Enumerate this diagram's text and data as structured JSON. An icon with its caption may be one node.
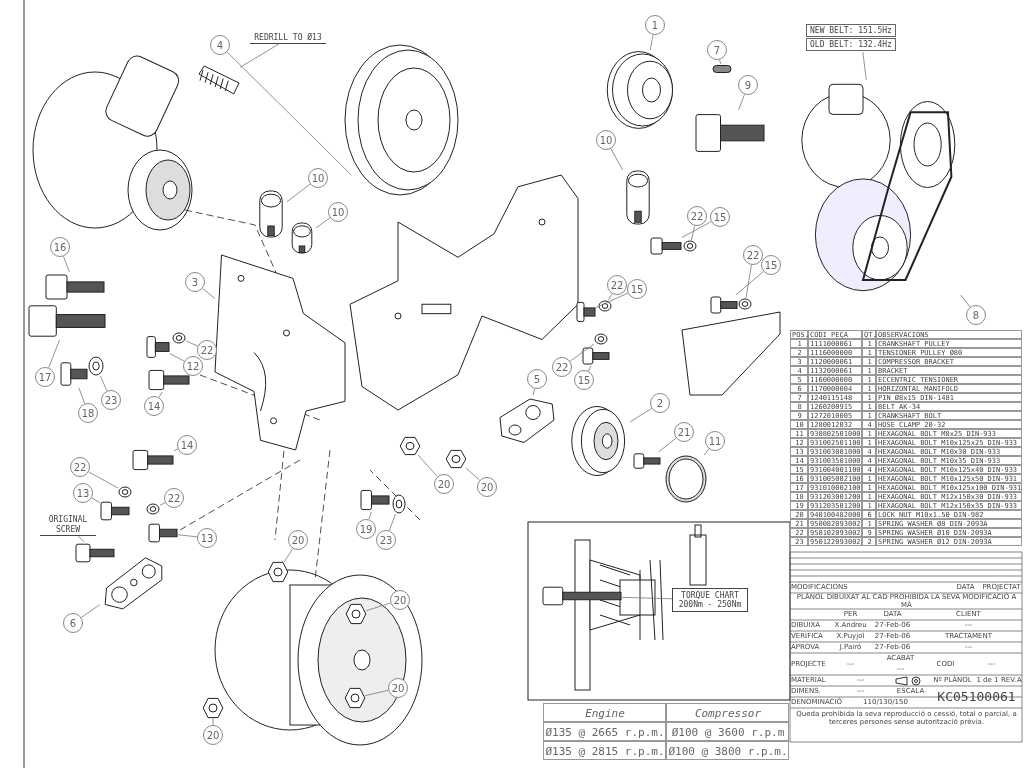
{
  "diagram": {
    "nodes": [
      {
        "text": [
          "REDRILL TO Ø13"
        ]
      },
      {
        "text": [],
        "shape": "picture"
      },
      {
        "text": [
          "4"
        ]
      },
      {
        "text": [],
        "shape": "picture"
      },
      {
        "text": [
          "1"
        ]
      },
      {
        "text": [],
        "shape": "picture"
      },
      {
        "text": [
          "7"
        ]
      },
      {
        "text": [],
        "shape": "bar"
      },
      {
        "text": [
          "9"
        ]
      },
      {
        "text": [],
        "shape": "picture"
      },
      {
        "text": [
          "10"
        ]
      },
      {
        "text": [],
        "shape": "picture"
      },
      {
        "text": [
          "10"
        ]
      },
      {
        "text": [],
        "shape": "picture"
      },
      {
        "text": [
          "10"
        ]
      },
      {
        "text": [],
        "shape": "picture"
      },
      {
        "text": [
          "NEW BELT: 151.5Hz",
          "OLD BELT: 132.4Hz"
        ]
      },
      {
        "text": [
          "22"
        ]
      },
      {
        "text": [],
        "shape": "picture"
      },
      {
        "text": [
          "15"
        ]
      },
      {
        "text": [],
        "shape": "picture"
      },
      {
        "text": [
          "22"
        ]
      },
      {
        "text": [],
        "shape": "picture"
      },
      {
        "text": [
          "15"
        ]
      },
      {
        "text": [],
        "shape": "picture"
      },
      {
        "text": [
          "8"
        ]
      },
      {
        "text": [],
        "shape": "picture"
      },
      {
        "text": [
          "16"
        ]
      },
      {
        "text": [],
        "shape": "picture"
      },
      {
        "text": [
          "3"
        ]
      },
      {
        "text": [],
        "shape": "picture"
      },
      {
        "text": [
          "17"
        ]
      },
      {
        "text": [],
        "shape": "picture"
      },
      {
        "text": [
          "23"
        ]
      },
      {
        "text": [],
        "shape": "picture"
      },
      {
        "text": [
          "18"
        ]
      },
      {
        "text": [],
        "shape": "picture"
      },
      {
        "text": [
          "22"
        ]
      },
      {
        "text": [],
        "shape": "picture"
      },
      {
        "text": [
          "12"
        ]
      },
      {
        "text": [],
        "shape": "picture"
      },
      {
        "text": [
          "14"
        ]
      },
      {
        "text": [],
        "shape": "picture"
      },
      {
        "text": [
          "22"
        ]
      },
      {
        "text": [],
        "shape": "picture"
      },
      {
        "text": [
          "15"
        ]
      },
      {
        "text": [],
        "shape": "picture"
      },
      {
        "text": [
          "22"
        ]
      },
      {
        "text": [],
        "shape": "picture"
      },
      {
        "text": [
          "15"
        ]
      },
      {
        "text": [],
        "shape": "picture"
      },
      {
        "text": [
          "5"
        ]
      },
      {
        "text": [],
        "shape": "picture"
      },
      {
        "text": [
          "2"
        ]
      },
      {
        "text": [],
        "shape": "picture"
      },
      {
        "text": [
          "21"
        ]
      },
      {
        "text": [],
        "shape": "picture"
      },
      {
        "text": [
          "11"
        ]
      },
      {
        "text": [],
        "shape": "circle"
      },
      {
        "text": [
          "14"
        ]
      },
      {
        "text": [],
        "shape": "picture"
      },
      {
        "text": [
          "22"
        ]
      },
      {
        "text": [],
        "shape": "picture"
      },
      {
        "text": [
          "13"
        ]
      },
      {
        "text": [],
        "shape": "picture"
      },
      {
        "text": [
          "22"
        ]
      },
      {
        "text": [],
        "shape": "picture"
      },
      {
        "text": [
          "13"
        ]
      },
      {
        "text": [],
        "shape": "picture"
      },
      {
        "text": [
          "20"
        ]
      },
      {
        "text": [],
        "shape": "picture"
      },
      {
        "text": [
          "20"
        ]
      },
      {
        "text": [],
        "shape": "picture"
      },
      {
        "text": [
          "19"
        ]
      },
      {
        "text": [],
        "shape": "picture"
      },
      {
        "text": [
          "23"
        ]
      },
      {
        "text": [],
        "shape": "picture"
      },
      {
        "text": [
          "ORIGINAL SCREW"
        ]
      },
      {
        "text": [],
        "shape": "picture"
      },
      {
        "text": [
          "6"
        ]
      },
      {
        "text": [],
        "shape": "picture"
      },
      {
        "text": [
          "20"
        ]
      },
      {
        "text": [],
        "shape": "picture"
      },
      {
        "text": [
          "20"
        ]
      },
      {
        "text": [],
        "shape": "picture"
      },
      {
        "text": [
          "20"
        ]
      },
      {
        "text": [],
        "shape": "picture"
      },
      {
        "text": [
          "20"
        ]
      },
      {
        "text": [],
        "shape": "picture"
      },
      {
        "text": [
          "TORQUE CHART",
          "200Nm - 250Nm"
        ]
      },
      {
        "text": [],
        "shape": "picture"
      }
    ],
    "edges": [
      {
        "from": 0,
        "to": 1,
        "arrow": "none"
      },
      {
        "from": 2,
        "to": 3,
        "arrow": "none"
      },
      {
        "from": 4,
        "to": 5,
        "arrow": "none"
      },
      {
        "from": 6,
        "to": 7,
        "arrow": "none"
      },
      {
        "from": 8,
        "to": 9,
        "arrow": "none"
      },
      {
        "from": 10,
        "to": 11,
        "arrow": "none"
      },
      {
        "from": 12,
        "to": 13,
        "arrow": "none"
      },
      {
        "from": 14,
        "to": 15,
        "arrow": "none"
      },
      {
        "from": 16,
        "to": 26,
        "arrow": "none"
      },
      {
        "from": 17,
        "to": 18,
        "arrow": "none"
      },
      {
        "from": 19,
        "to": 20,
        "arrow": "none"
      },
      {
        "from": 21,
        "to": 22,
        "arrow": "none"
      },
      {
        "from": 23,
        "to": 24,
        "arrow": "none"
      },
      {
        "from": 25,
        "to": 26,
        "arrow": "none"
      },
      {
        "from": 27,
        "to": 28,
        "arrow": "none"
      },
      {
        "from": 29,
        "to": 30,
        "arrow": "none"
      },
      {
        "from": 31,
        "to": 32,
        "arrow": "none"
      },
      {
        "from": 33,
        "to": 34,
        "arrow": "none"
      },
      {
        "from": 35,
        "to": 36,
        "arrow": "none"
      },
      {
        "from": 37,
        "to": 38,
        "arrow": "none"
      },
      {
        "from": 39,
        "to": 40,
        "arrow": "none"
      },
      {
        "from": 41,
        "to": 42,
        "arrow": "none"
      },
      {
        "from": 43,
        "to": 44,
        "arrow": "none"
      },
      {
        "from": 45,
        "to": 46,
        "arrow": "none"
      },
      {
        "from": 47,
        "to": 48,
        "arrow": "none"
      },
      {
        "from": 49,
        "to": 50,
        "arrow": "none"
      },
      {
        "from": 51,
        "to": 52,
        "arrow": "none"
      },
      {
        "from": 53,
        "to": 54,
        "arrow": "none"
      },
      {
        "from": 55,
        "to": 56,
        "arrow": "none"
      },
      {
        "from": 57,
        "to": 58,
        "arrow": "none"
      },
      {
        "from": 59,
        "to": 60,
        "arrow": "none"
      },
      {
        "from": 61,
        "to": 62,
        "arrow": "none"
      },
      {
        "from": 63,
        "to": 64,
        "arrow": "none"
      },
      {
        "from": 65,
        "to": 66,
        "arrow": "none"
      },
      {
        "from": 67,
        "to": 68,
        "arrow": "none"
      },
      {
        "from": 69,
        "to": 70,
        "arrow": "none"
      },
      {
        "from": 71,
        "to": 72,
        "arrow": "none"
      },
      {
        "from": 73,
        "to": 74,
        "arrow": "none"
      },
      {
        "from": 75,
        "to": 76,
        "arrow": "none"
      },
      {
        "from": 77,
        "to": 78,
        "arrow": "none"
      },
      {
        "from": 79,
        "to": 80,
        "arrow": "none"
      },
      {
        "from": 81,
        "to": 82,
        "arrow": "none"
      },
      {
        "from": 83,
        "to": 84,
        "arrow": "none"
      },
      {
        "from": 85,
        "to": 86,
        "arrow": "none"
      },
      {
        "from": 87,
        "to": 88,
        "arrow": "none"
      },
      {
        "from": 89,
        "to": 90,
        "arrow": "none"
      }
    ],
    "labels": [
      "POS.",
      "CODI PEÇA",
      "QT.",
      "OBSERVACIONS",
      "1",
      "1111000061",
      "1",
      "CRANKSHAFT PULLEY",
      "2",
      "1116000000",
      "1",
      "TENSIONER PULLEY Ø80",
      "3",
      "1120000061",
      "1",
      "COMPRESSOR BRACKET",
      "4",
      "1132000061",
      "1",
      "BRACKET",
      "5",
      "1160000000",
      "1",
      "ECCENTRIC TENSIONER",
      "6",
      "1170000004",
      "1",
      "HORIZONTAL MANIFOLD",
      "7",
      "1240115148",
      "1",
      "PIN Ø8x15 DIN-1481",
      "8",
      "1260200915",
      "1",
      "BELT AK-34",
      "9",
      "1272010005",
      "1",
      "CRANKSHAFT BOLT",
      "10",
      "1280012032",
      "4",
      "HOSE CLAMP 20-32",
      "11",
      "930802501000",
      "1",
      "HEXAGONAL BOLT M8x25 DIN-933",
      "12",
      "931002501100",
      "1",
      "HEXAGONAL BOLT M10x125x25 DIN-933",
      "13",
      "931003001000",
      "4",
      "HEXAGONAL BOLT M10x30 DIN-933",
      "14",
      "931003501000",
      "4",
      "HEXAGONAL BOLT M10x35 DIN-933",
      "15",
      "931004001100",
      "4",
      "HEXAGONAL BOLT M10x125x40 DIN-933",
      "16",
      "931005002100",
      "1",
      "HEXAGONAL BOLT M10x125x50 DIN-931",
      "17",
      "931010002100",
      "1",
      "HEXAGONAL BOLT M10x125x100 DIN-931",
      "18",
      "931203001200",
      "1",
      "HEXAGONAL BOLT M12x150x30 DIN-933",
      "19",
      "931203501200",
      "1",
      "HEXAGONAL BOLT M12x150x35 DIN-933",
      "20",
      "940100482000",
      "6",
      "LOCK NUT M10x1.50 DIN-982",
      "21",
      "950082093002",
      "1",
      "SPRING WASHER Ø8 DIN-2093A",
      "22",
      "950102093002",
      "9",
      "SPRING WASHER Ø10 DIN-2093A",
      "23",
      "950122093002",
      "2",
      "SPRING WASHER Ø12 DIN-2093A",
      "Engine",
      "Compressor",
      "Ø135 @ 2665 r.p.m.",
      "Ø100 @ 3600 r.p.m",
      "Ø135 @ 2815 r.p.m.",
      "Ø100 @ 3800 r.p.m.",
      "MODIFICACIONS",
      "DATA",
      "PROJECTAT",
      "PLÀNOL DIBUIXAT AL CAD PROHIBIDA LA SEVA MODIFICACIÓ A MÀ",
      "PER",
      "DATA",
      "CLIENT",
      "---",
      "DIBUIXA",
      "X.Andreu",
      "27-Feb-06",
      "VERIFICA",
      "X.Puyjol",
      "27-Feb-06",
      "TRACTAMENT",
      "APROVA",
      "J.Pairó",
      "27-Feb-06",
      "---",
      "PROJECTE",
      "---",
      "ACABAT",
      "---",
      "CODI",
      "---",
      "MATERIAL",
      "---",
      "DIMENS.",
      "---",
      "ESCALA",
      "Nº PLÀNOL",
      "1 de 1",
      "REV.",
      "A",
      "DENOMINACIÓ",
      "110/130/150",
      "KC05100061",
      "Queda prohibida la seva reproducció o cessió, total o parcial, a terceres persones sense autorització prèvia."
    ]
  }
}
